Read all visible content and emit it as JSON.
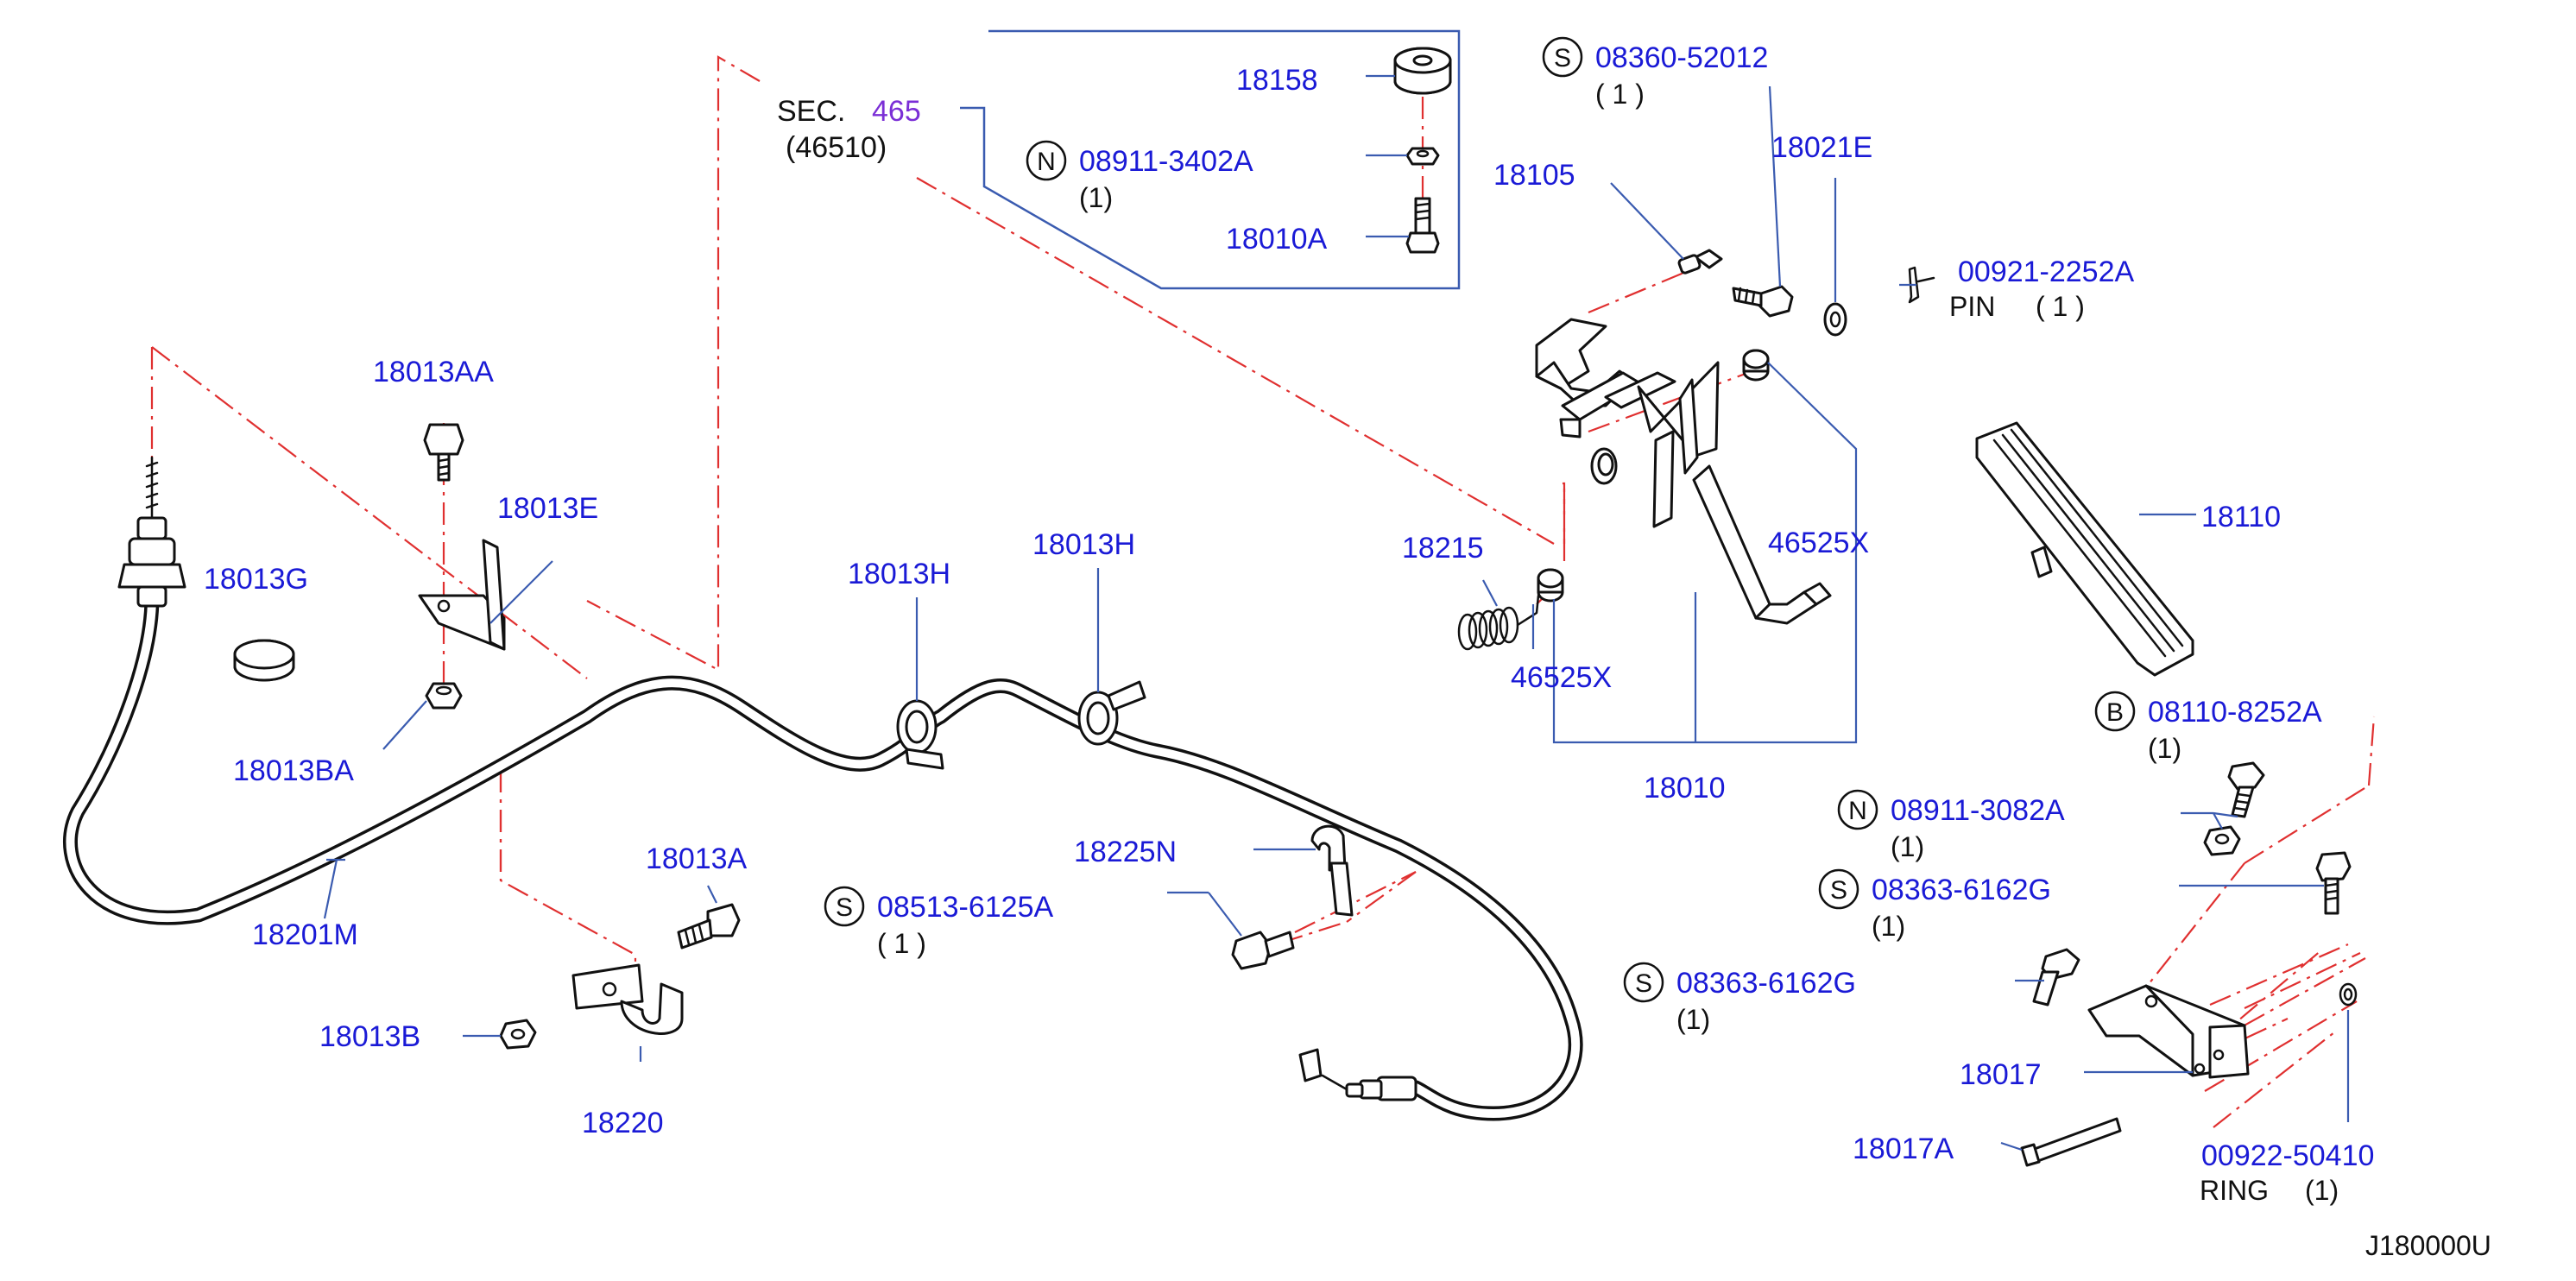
{
  "section": {
    "label": "SEC.",
    "number": "465",
    "ref": "(46510)"
  },
  "labels": {
    "p18158": "18158",
    "n_08911_3402A": "08911-3402A",
    "n_08911_3402A_qty": "(1)",
    "p18010A": "18010A",
    "s_08360_52012": "08360-52012",
    "s_08360_52012_qty": "( 1 )",
    "p18105": "18105",
    "p18021E": "18021E",
    "p00921_2252A": "00921-2252A",
    "pin_text": "PIN",
    "pin_qty": "( 1 )",
    "p18013AA": "18013AA",
    "p18013E": "18013E",
    "p18013G": "18013G",
    "p18013BA": "18013BA",
    "p18013H_1": "18013H",
    "p18013H_2": "18013H",
    "p18215": "18215",
    "p46525X_1": "46525X",
    "p46525X_2": "46525X",
    "p18110": "18110",
    "p18010": "18010",
    "b_08110_8252A": "08110-8252A",
    "b_08110_8252A_qty": "(1)",
    "n_08911_3082A": "08911-3082A",
    "n_08911_3082A_qty": "(1)",
    "s_08363_6162G_1": "08363-6162G",
    "s_08363_6162G_1_qty": "(1)",
    "s_08363_6162G_2": "08363-6162G",
    "s_08363_6162G_2_qty": "(1)",
    "p18013A": "18013A",
    "p18013B": "18013B",
    "p18220": "18220",
    "p18201M": "18201M",
    "s_08513_6125A": "08513-6125A",
    "s_08513_6125A_qty": "( 1 )",
    "p18225N": "18225N",
    "p18017": "18017",
    "p18017A": "18017A",
    "p00922_50410": "00922-50410",
    "ring_text": "RING",
    "ring_qty": "(1)"
  },
  "badges": {
    "S": "S",
    "N": "N",
    "B": "B"
  },
  "diagram_code": "J180000U",
  "colors": {
    "part_number": "#1a1ad6",
    "leader": "#3a5bb0",
    "dash_line": "#e03030",
    "section_number": "#7b2fd6",
    "text": "#111111"
  }
}
